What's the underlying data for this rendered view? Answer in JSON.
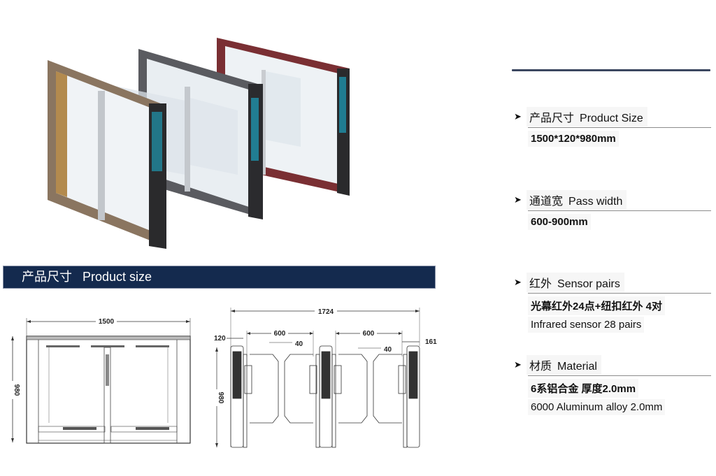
{
  "product_render": {
    "description": "Three swing-barrier turnstile gates (bronze, gunmetal, burgundy frames) with glass wings",
    "frame_colors": [
      "#8a7560",
      "#5a5b60",
      "#7a2f33"
    ],
    "accent_color": "#1bb4d6"
  },
  "banner": {
    "title_cn": "产品尺寸",
    "title_en": "Product size",
    "bg_color": "#142a4e"
  },
  "front_drawing": {
    "width_label": "1500",
    "height_label": "980"
  },
  "top_drawing": {
    "total_label": "1724",
    "left_post_label": "120",
    "lane1_label": "600",
    "lane2_label": "600",
    "gap1_label": "40",
    "gap2_label": "40",
    "right_post_label": "161",
    "height_label": "980"
  },
  "specs": [
    {
      "icon": "arrow-right-icon",
      "title_cn": "产品尺寸",
      "title_en": "Product Size",
      "values": [
        "1500*120*980mm"
      ]
    },
    {
      "icon": "arrow-right-icon",
      "title_cn": "通道宽",
      "title_en": "Pass width",
      "values": [
        "600-900mm"
      ]
    },
    {
      "icon": "arrow-right-icon",
      "title_cn": "红外",
      "title_en": "Sensor pairs",
      "values": [
        "光幕红外24点+纽扣红外 4对",
        "Infrared sensor 28 pairs"
      ]
    },
    {
      "icon": "arrow-right-icon",
      "title_cn": "材质",
      "title_en": "Material",
      "values": [
        "6系铝合金 厚度2.0mm",
        "6000 Aluminum alloy 2.0mm"
      ]
    }
  ],
  "arrow_glyph": "➤"
}
